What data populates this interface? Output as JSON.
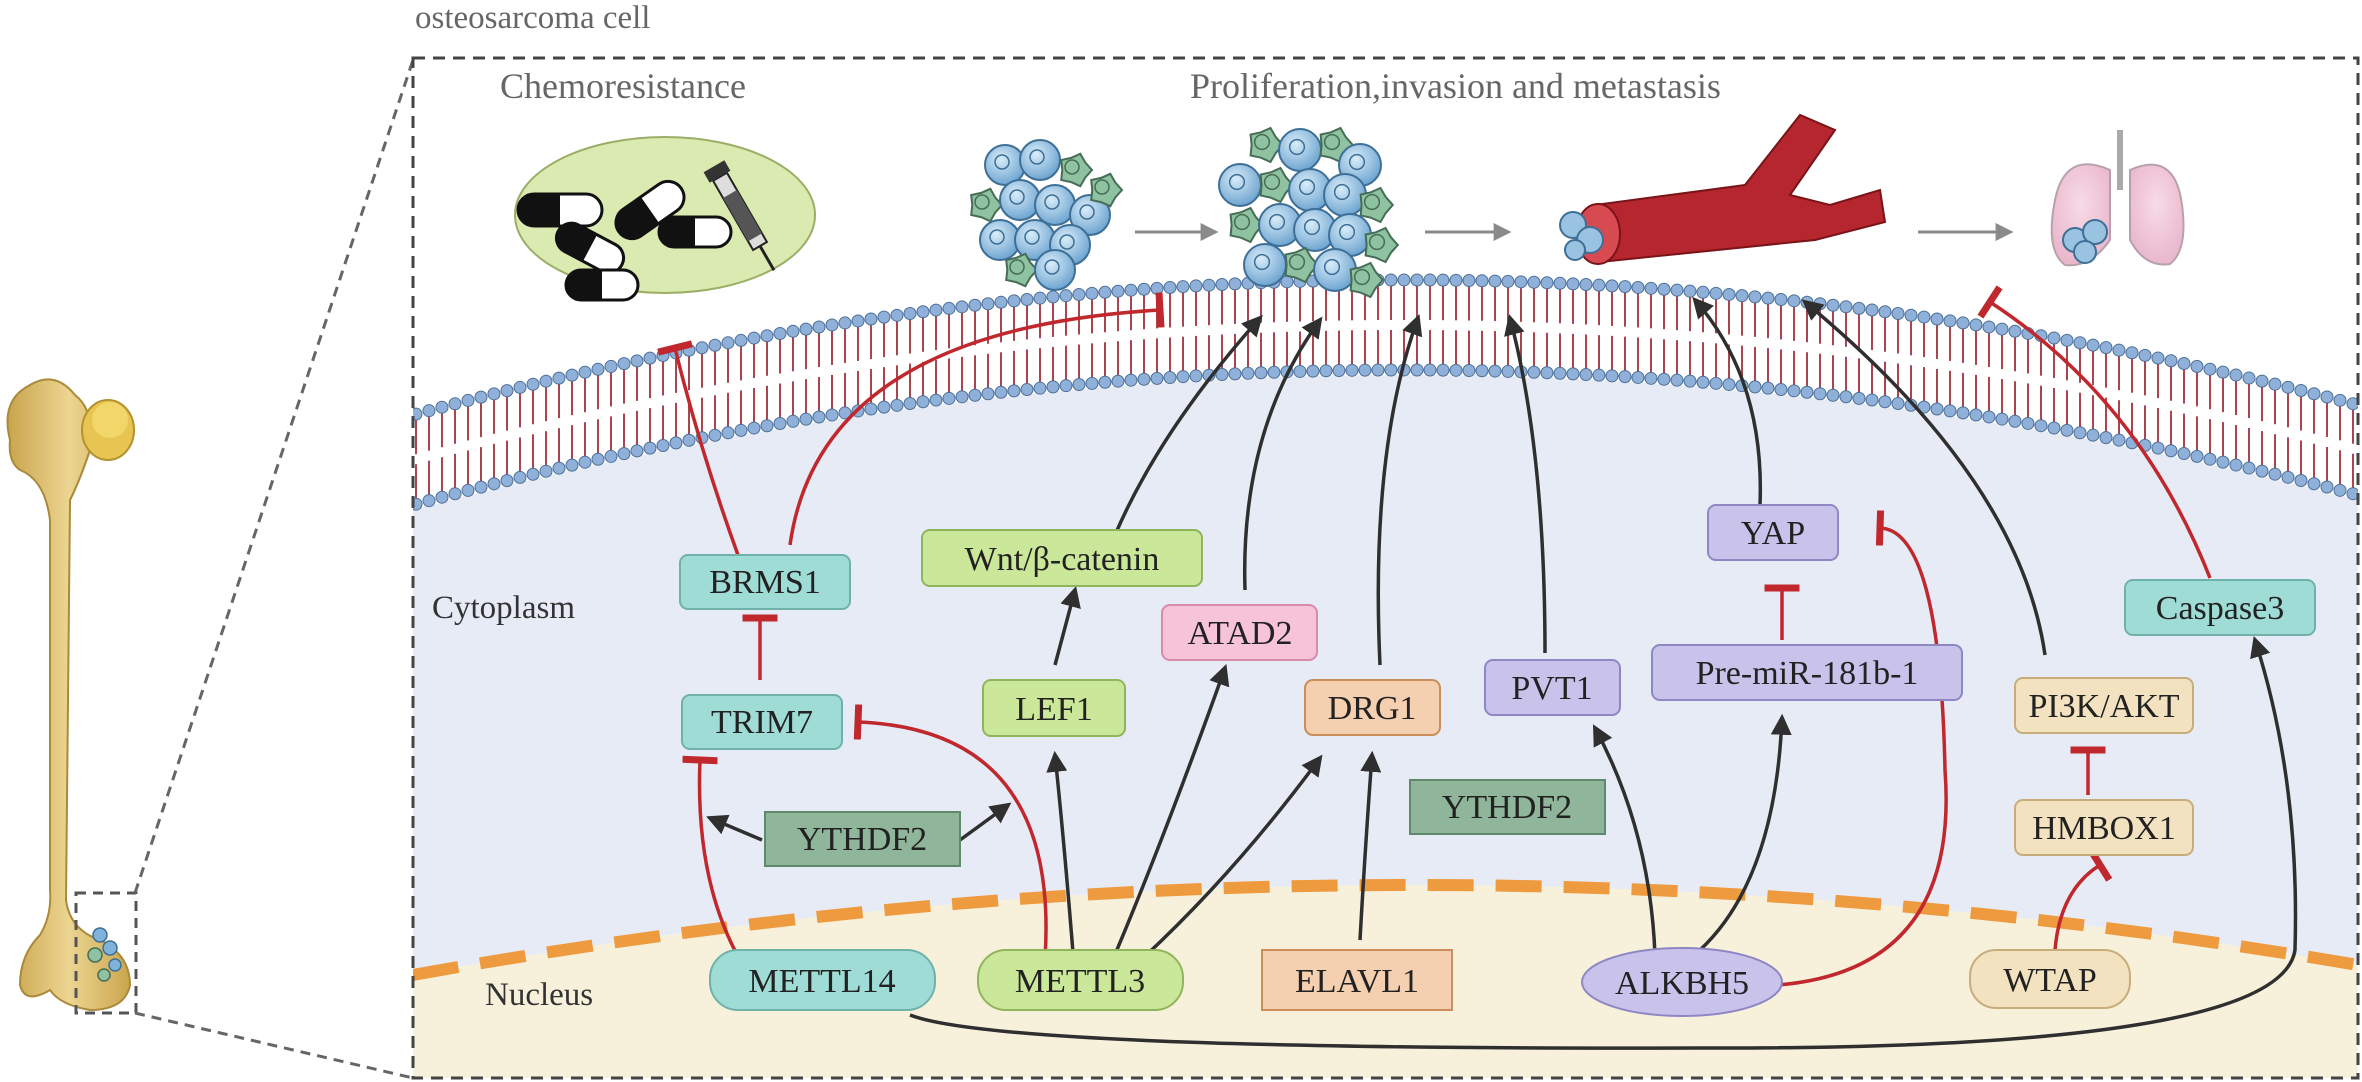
{
  "title": "osteosarcoma cell",
  "phenotypes": {
    "chemoresistance": "Chemoresistance",
    "proliferation": "Proliferation,invasion and metastasis"
  },
  "regions": {
    "cytoplasm": "Cytoplasm",
    "nucleus": "Nucleus"
  },
  "nodes": {
    "brms1": "BRMS1",
    "trim7": "TRIM7",
    "wnt": "Wnt/β-catenin",
    "lef1": "LEF1",
    "atad2": "ATAD2",
    "drg1": "DRG1",
    "pvt1": "PVT1",
    "yap": "YAP",
    "premir": "Pre-miR-181b-1",
    "caspase3": "Caspase3",
    "pi3k": "PI3K/AKT",
    "hmbox1": "HMBOX1",
    "ythdf2_a": "YTHDF2",
    "ythdf2_b": "YTHDF2",
    "mettl14": "METTL14",
    "mettl3": "METTL3",
    "elavl1": "ELAVL1",
    "alkbh5": "ALKBH5",
    "wtap": "WTAP"
  },
  "colors": {
    "activation": "#2f2f2f",
    "inhibition": "#c0282d",
    "teal": "#9fdcd6",
    "green": "#cbe89a",
    "pink": "#f7c3d8",
    "peach": "#f4cfb0",
    "lavender": "#c9c3ec",
    "tan": "#f3e2c0",
    "ythdf": "#8fb59a",
    "cytoplasm": "#e6ebf6",
    "nucleus": "#f7f1dc",
    "nucleus_border": "#ee9a3e",
    "membrane_head": "#8eb0d9",
    "tail": "#a8454f"
  }
}
